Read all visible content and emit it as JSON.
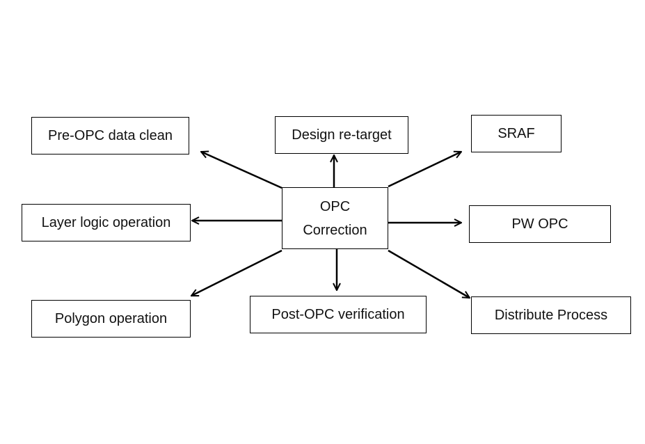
{
  "center": {
    "line1": "OPC",
    "line2": "Correction"
  },
  "nodes": {
    "pre_opc": "Pre-OPC data clean",
    "design_retarget": "Design re-target",
    "sraf": "SRAF",
    "layer_logic": "Layer logic operation",
    "pw_opc": "PW OPC",
    "polygon": "Polygon operation",
    "post_opc": "Post-OPC verification",
    "distribute": "Distribute Process"
  },
  "colors": {
    "stroke": "#000000",
    "text": "#111111",
    "background": "#ffffff"
  }
}
